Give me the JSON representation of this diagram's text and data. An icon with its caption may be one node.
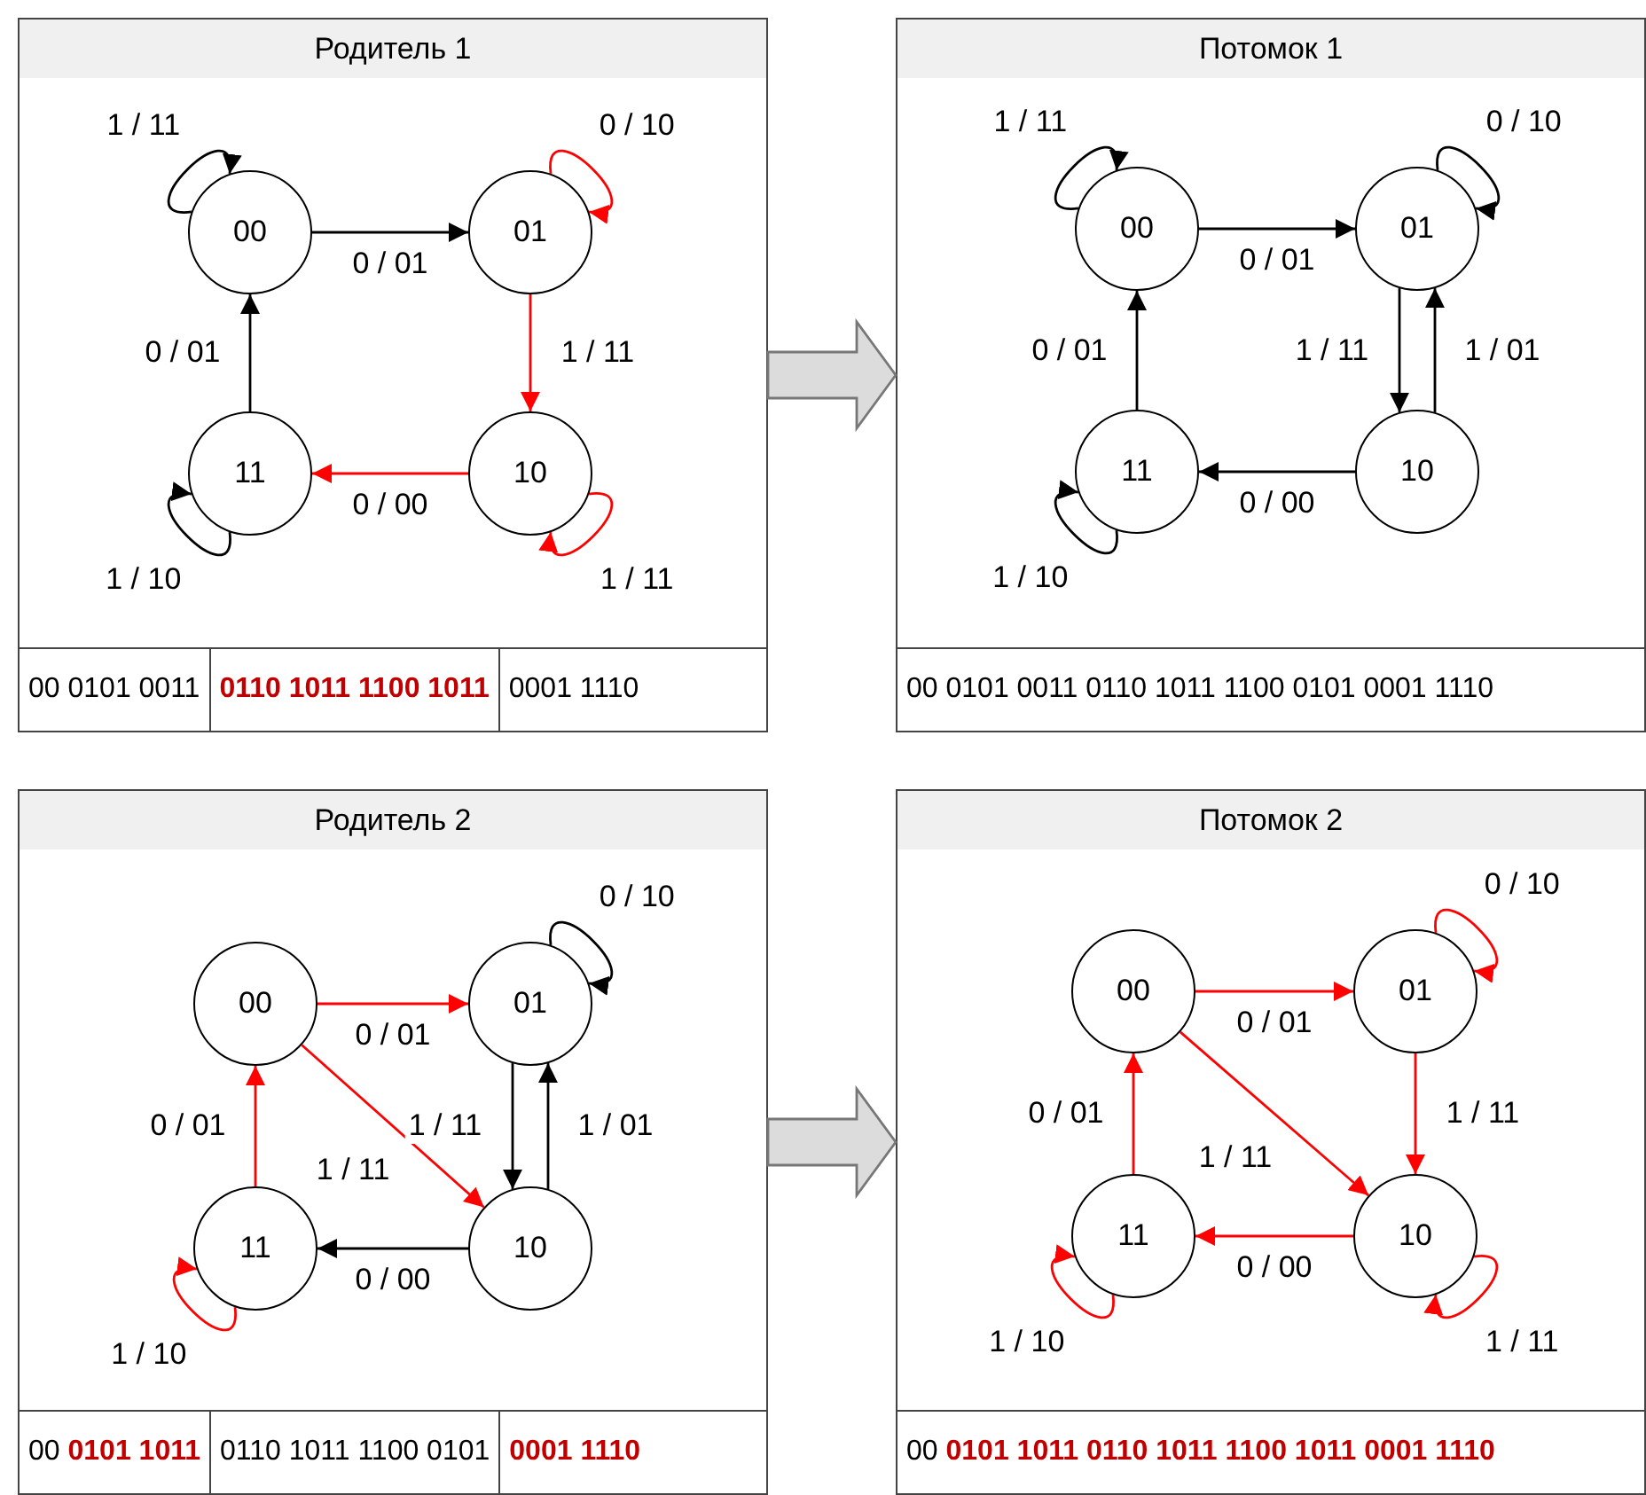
{
  "diagram": {
    "nodes": [
      {
        "text": [
          "Родитель 1"
        ]
      },
      {
        "text": [
          "00"
        ],
        "in": 0
      },
      {
        "text": [
          "01"
        ],
        "in": 0
      },
      {
        "text": [
          "10"
        ],
        "in": 0
      },
      {
        "text": [
          "11"
        ],
        "in": 0
      },
      {
        "text": [
          "00 0101 0011"
        ],
        "in": 0
      },
      {
        "text": [
          "0110 1011 1100 1011"
        ],
        "in": 0
      },
      {
        "text": [
          "0001 1110"
        ],
        "in": 0
      },
      {
        "text": [
          "Потомок 1"
        ]
      },
      {
        "text": [
          "00"
        ],
        "in": 8
      },
      {
        "text": [
          "01"
        ],
        "in": 8
      },
      {
        "text": [
          "10"
        ],
        "in": 8
      },
      {
        "text": [
          "11"
        ],
        "in": 8
      },
      {
        "text": [
          "00 0101 0011 0110 1011 1100 0101 0001 1110"
        ],
        "in": 8
      },
      {
        "text": [
          "Родитель 2"
        ]
      },
      {
        "text": [
          "00"
        ],
        "in": 14
      },
      {
        "text": [
          "01"
        ],
        "in": 14
      },
      {
        "text": [
          "10"
        ],
        "in": 14
      },
      {
        "text": [
          "11"
        ],
        "in": 14
      },
      {
        "text": [
          "00 **0101 1011**"
        ],
        "in": 14
      },
      {
        "text": [
          "0110 1011 1100 0101"
        ],
        "in": 14
      },
      {
        "text": [
          "0001 1110"
        ],
        "in": 14
      },
      {
        "text": [
          "Потомок 2"
        ]
      },
      {
        "text": [
          "00"
        ],
        "in": 22
      },
      {
        "text": [
          "01"
        ],
        "in": 22
      },
      {
        "text": [
          "10"
        ],
        "in": 22
      },
      {
        "text": [
          "11"
        ],
        "in": 22
      },
      {
        "text": [
          "00 **0101 1011 0110 1011 1100 1011 0001 1110**"
        ],
        "in": 22
      }
    ],
    "edges": [
      {
        "from": 1,
        "to": 1,
        "arrow": "to",
        "label": "1 / 11"
      },
      {
        "from": 1,
        "to": 2,
        "arrow": "to",
        "label": "0 / 01"
      },
      {
        "from": 2,
        "to": 2,
        "arrow": "to",
        "label": "0 / 10",
        "color": "#ff0000"
      },
      {
        "from": 2,
        "to": 3,
        "arrow": "to",
        "label": "1 / 11",
        "color": "#ff0000"
      },
      {
        "from": 3,
        "to": 4,
        "arrow": "to",
        "label": "0 / 00",
        "color": "#ff0000"
      },
      {
        "from": 3,
        "to": 3,
        "arrow": "to",
        "label": "1 / 11",
        "color": "#ff0000"
      },
      {
        "from": 4,
        "to": 1,
        "arrow": "to",
        "label": "0 / 01"
      },
      {
        "from": 4,
        "to": 4,
        "arrow": "to",
        "label": "1 / 10"
      },
      {
        "from": 0,
        "to": 8,
        "arrow": "to"
      },
      {
        "from": 9,
        "to": 9,
        "arrow": "to",
        "label": "1 / 11"
      },
      {
        "from": 9,
        "to": 10,
        "arrow": "to",
        "label": "0 / 01"
      },
      {
        "from": 10,
        "to": 10,
        "arrow": "to",
        "label": "0 / 10"
      },
      {
        "from": 10,
        "to": 11,
        "arrow": "to",
        "label": "1 / 11"
      },
      {
        "from": 11,
        "to": 10,
        "arrow": "to",
        "label": "1 / 01"
      },
      {
        "from": 11,
        "to": 12,
        "arrow": "to",
        "label": "0 / 00"
      },
      {
        "from": 12,
        "to": 9,
        "arrow": "to",
        "label": "0 / 01"
      },
      {
        "from": 12,
        "to": 12,
        "arrow": "to",
        "label": "1 / 10"
      },
      {
        "from": 15,
        "to": 16,
        "arrow": "to",
        "label": "0 / 01",
        "color": "#ff0000"
      },
      {
        "from": 15,
        "to": 17,
        "arrow": "to",
        "label": "1 / 11",
        "color": "#ff0000"
      },
      {
        "from": 16,
        "to": 16,
        "arrow": "to",
        "label": "0 / 10"
      },
      {
        "from": 16,
        "to": 17,
        "arrow": "to",
        "label": "1 / 11"
      },
      {
        "from": 17,
        "to": 16,
        "arrow": "to",
        "label": "1 / 01"
      },
      {
        "from": 17,
        "to": 18,
        "arrow": "to",
        "label": "0 / 00"
      },
      {
        "from": 18,
        "to": 15,
        "arrow": "to",
        "label": "0 / 01",
        "color": "#ff0000"
      },
      {
        "from": 18,
        "to": 18,
        "arrow": "to",
        "label": "1 / 10",
        "color": "#ff0000"
      },
      {
        "from": 14,
        "to": 22,
        "arrow": "to"
      },
      {
        "from": 23,
        "to": 24,
        "arrow": "to",
        "label": "0 / 01",
        "color": "#ff0000"
      },
      {
        "from": 23,
        "to": 25,
        "arrow": "to",
        "label": "1 / 11",
        "color": "#ff0000"
      },
      {
        "from": 24,
        "to": 24,
        "arrow": "to",
        "label": "0 / 10",
        "color": "#ff0000"
      },
      {
        "from": 24,
        "to": 25,
        "arrow": "to",
        "label": "1 / 11",
        "color": "#ff0000"
      },
      {
        "from": 25,
        "to": 26,
        "arrow": "to",
        "label": "0 / 00",
        "color": "#ff0000"
      },
      {
        "from": 25,
        "to": 25,
        "arrow": "to",
        "label": "1 / 11",
        "color": "#ff0000"
      },
      {
        "from": 26,
        "to": 23,
        "arrow": "to",
        "label": "0 / 01",
        "color": "#ff0000"
      },
      {
        "from": 26,
        "to": 26,
        "arrow": "to",
        "label": "1 / 10",
        "color": "#ff0000"
      }
    ]
  }
}
